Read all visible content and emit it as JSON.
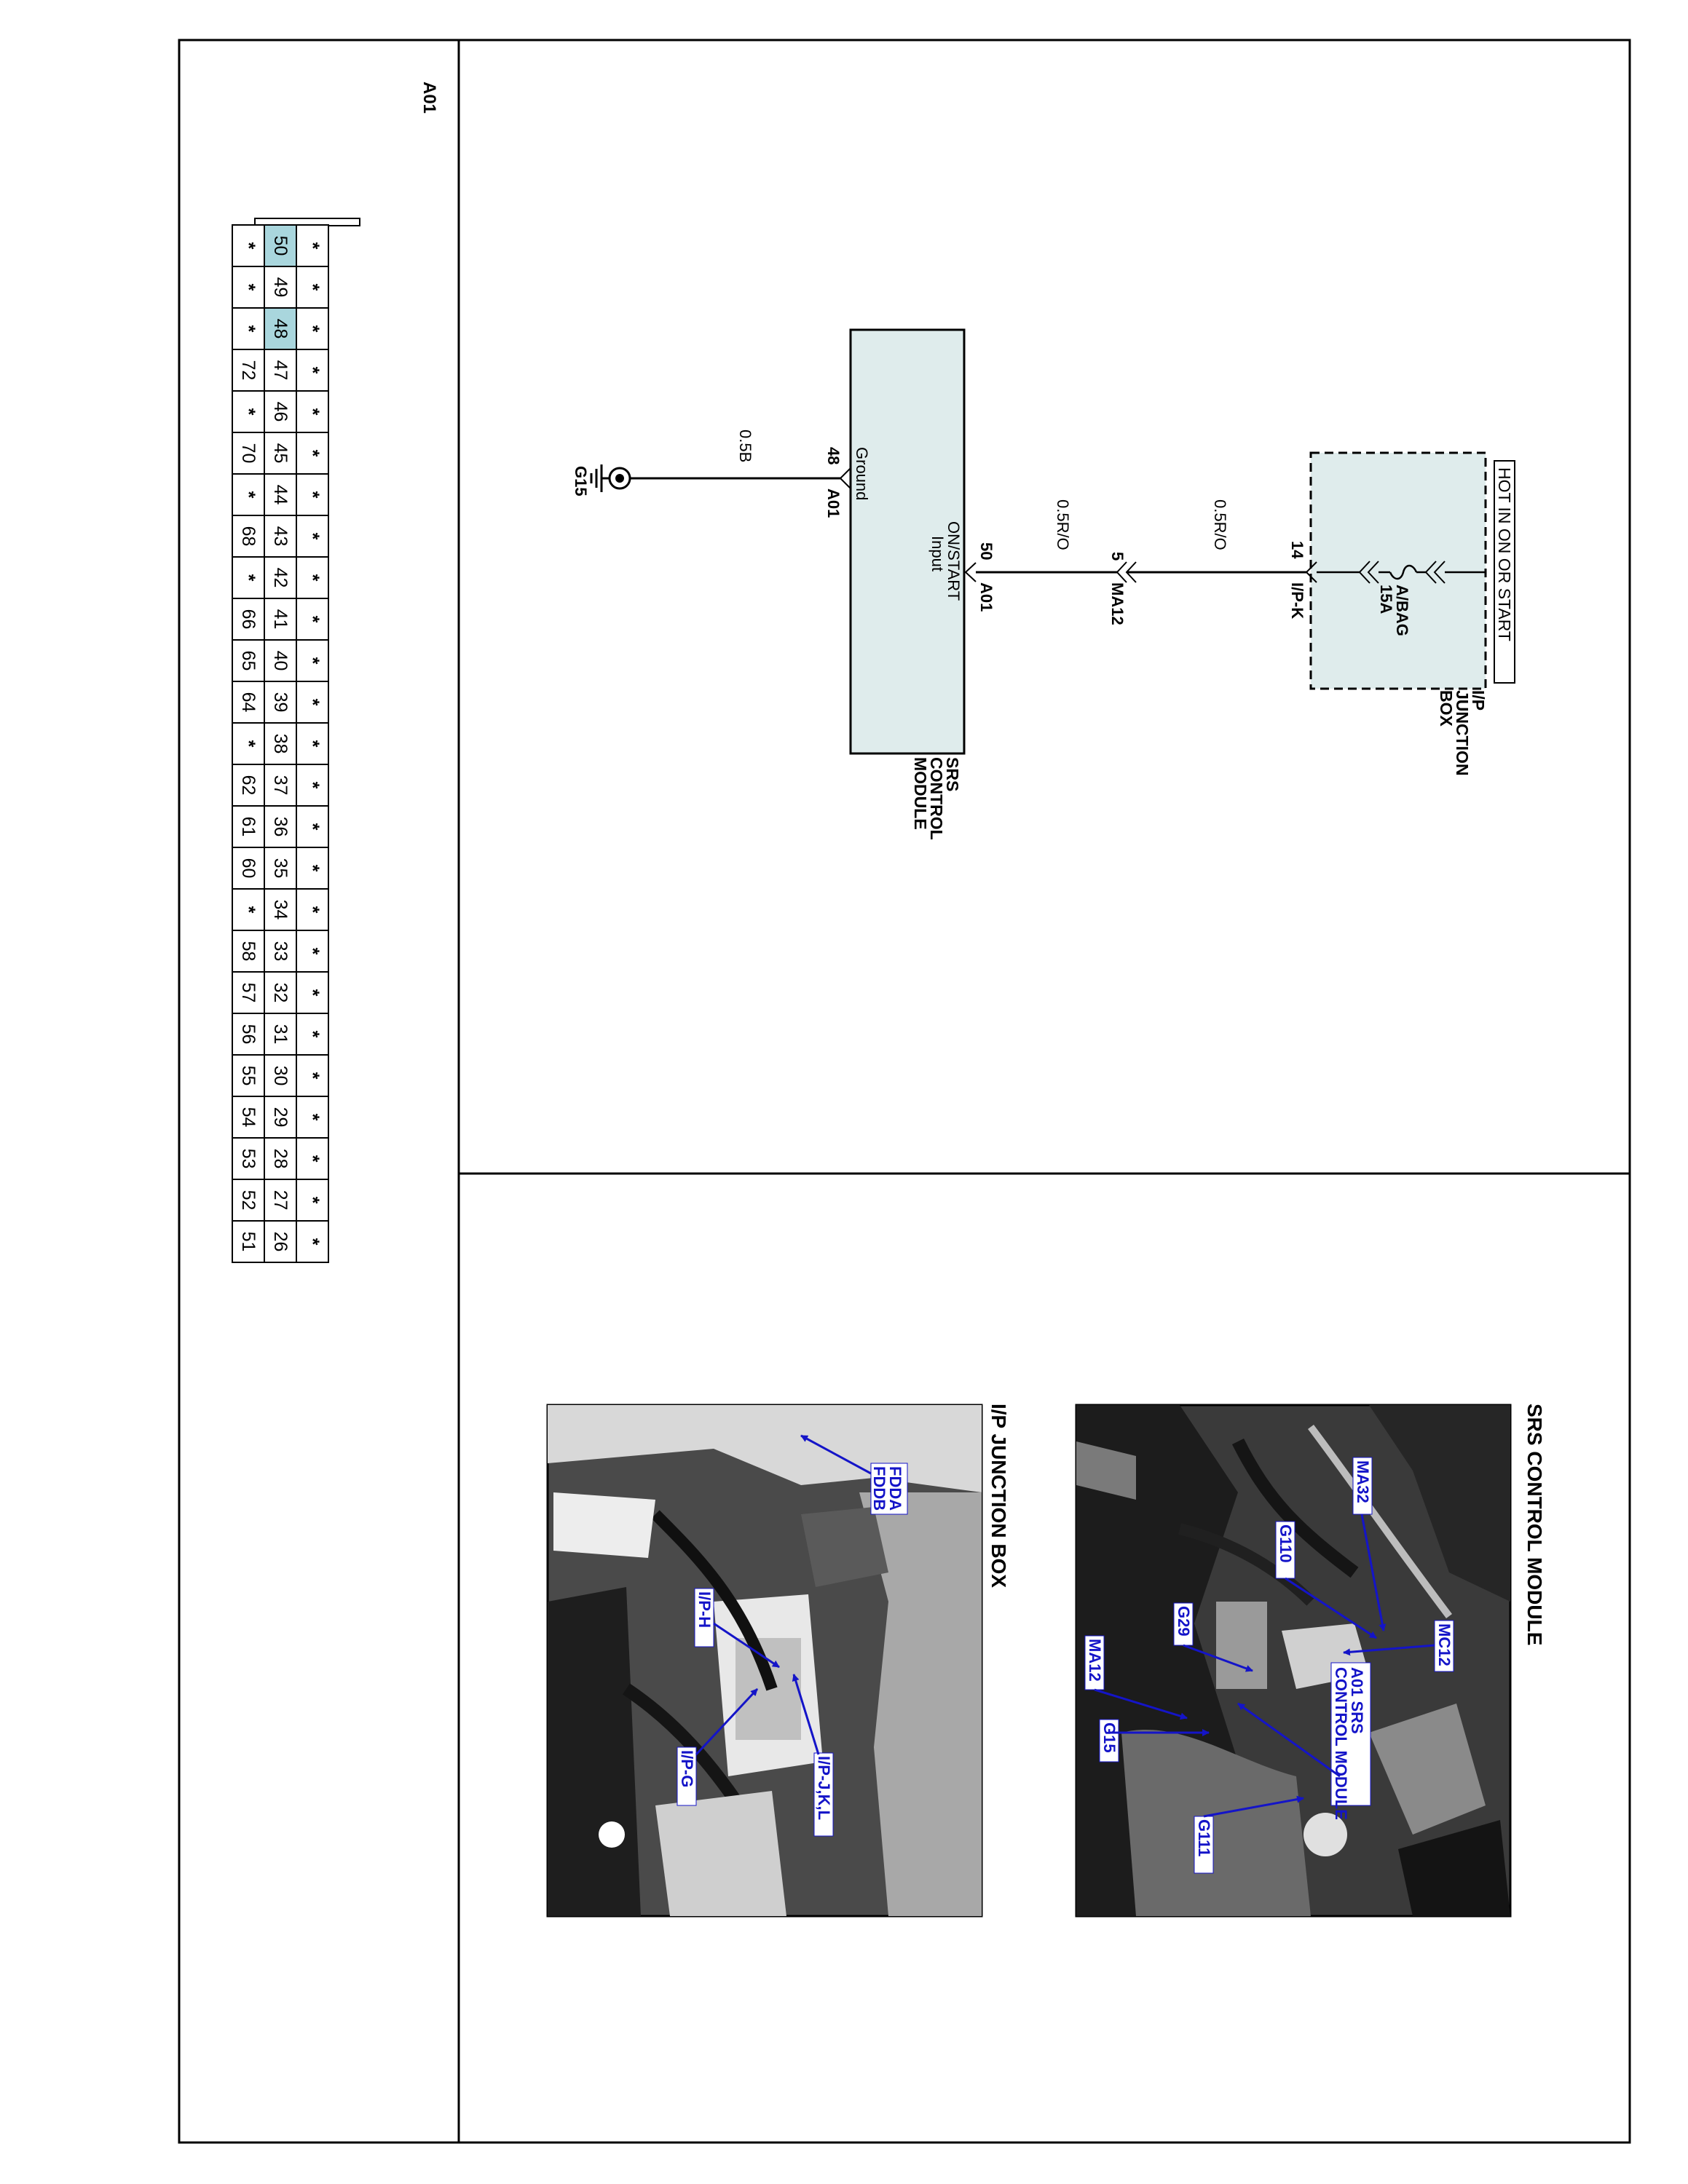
{
  "connector": {
    "name": "A01",
    "rows": [
      [
        "*",
        "*",
        "*",
        "*",
        "*",
        "*",
        "*",
        "*",
        "*",
        "*",
        "*",
        "*",
        "*",
        "*",
        "*",
        "*",
        "*",
        "*",
        "*",
        "*",
        "*",
        "*",
        "*",
        "*",
        "*"
      ],
      [
        "50",
        "49",
        "48",
        "47",
        "46",
        "45",
        "44",
        "43",
        "42",
        "41",
        "40",
        "39",
        "38",
        "37",
        "36",
        "35",
        "34",
        "33",
        "32",
        "31",
        "30",
        "29",
        "28",
        "27",
        "26"
      ],
      [
        "*",
        "*",
        "*",
        "72",
        "*",
        "70",
        "*",
        "68",
        "*",
        "66",
        "65",
        "64",
        "*",
        "62",
        "61",
        "60",
        "*",
        "58",
        "57",
        "56",
        "55",
        "54",
        "53",
        "52",
        "51"
      ]
    ],
    "highlighted_pins": [
      "50",
      "48"
    ],
    "highlight_color": "#a9d6dd"
  },
  "schematic": {
    "power_label": "HOT IN ON OR START",
    "junction_box": {
      "name_lines": [
        "I/P",
        "JUNCTION",
        "BOX"
      ],
      "fuse_name": "A/BAG",
      "fuse_rating": "15A",
      "fill_color": "#dfecec"
    },
    "ipk_pin": "14",
    "ipk_connector": "I/P-K",
    "wire_1": "0.5R/O",
    "inline_pin": "5",
    "inline_connector": "MA12",
    "wire_2": "0.5R/O",
    "module_pin_input": "50",
    "module_connector_input": "A01",
    "input_label_lines": [
      "ON/START",
      "Input"
    ],
    "module_name_lines": [
      "SRS",
      "CONTROL",
      "MODULE"
    ],
    "module_fill_color": "#dfecec",
    "ground_label": "Ground",
    "module_pin_ground": "48",
    "module_connector_ground": "A01",
    "wire_ground": "0.5B",
    "ground_point": "G15"
  },
  "photos": {
    "srs_title": "SRS CONTROL MODULE",
    "srs_labels": {
      "mc12": "MC12",
      "ma32": "MA32",
      "g110": "G110",
      "g29": "G29",
      "ma12": "MA12",
      "g15": "G15",
      "g111": "G111",
      "a01_line1": "A01 SRS",
      "a01_line2": "CONTROL MODULE"
    },
    "ipjb_title": "I/P JUNCTION BOX",
    "ipjb_labels": {
      "fdda": "FDDA",
      "fddb": "FDDB",
      "iph": "I/P-H",
      "ipg": "I/P-G",
      "ipjkl": "I/P-J,K,L"
    },
    "label_color": "#1414c8"
  }
}
